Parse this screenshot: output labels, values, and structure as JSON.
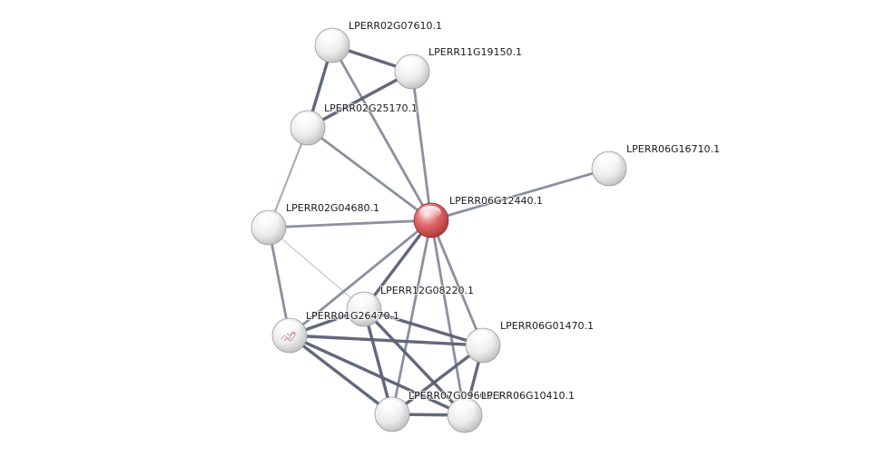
{
  "network": {
    "colors": {
      "query_node": "#e05a5a",
      "neighbor_node": "#e8e8e8",
      "edge_strong": "#5a6075",
      "edge_weak": "#c8c8cc"
    },
    "nodes": [
      {
        "id": "LPERR06G12440.1",
        "label": "LPERR06G12440.1",
        "query": true
      },
      {
        "id": "LPERR02G07610.1",
        "label": "LPERR02G07610.1"
      },
      {
        "id": "LPERR11G19150.1",
        "label": "LPERR11G19150.1"
      },
      {
        "id": "LPERR02G25170.1",
        "label": "LPERR02G25170.1"
      },
      {
        "id": "LPERR06G16710.1",
        "label": "LPERR06G16710.1"
      },
      {
        "id": "LPERR02G04680.1",
        "label": "LPERR02G04680.1"
      },
      {
        "id": "LPERR12G08220.1",
        "label": "LPERR12G08220.1"
      },
      {
        "id": "LPERR01G26470.1",
        "label": "LPERR01G26470.1",
        "has_structure_icon": true
      },
      {
        "id": "LPERR06G01470.1",
        "label": "LPERR06G01470.1"
      },
      {
        "id": "LPERR07G09600.1",
        "label": "LPERR07G09600.1"
      },
      {
        "id": "LPERR06G10410.1",
        "label": "LPERR06G10410.1"
      }
    ],
    "edges": [
      {
        "source": "LPERR02G07610.1",
        "target": "LPERR11G19150.1",
        "strength": "strong"
      },
      {
        "source": "LPERR02G07610.1",
        "target": "LPERR02G25170.1",
        "strength": "strong"
      },
      {
        "source": "LPERR02G07610.1",
        "target": "LPERR06G12440.1",
        "strength": "medium"
      },
      {
        "source": "LPERR11G19150.1",
        "target": "LPERR02G25170.1",
        "strength": "strong"
      },
      {
        "source": "LPERR11G19150.1",
        "target": "LPERR06G12440.1",
        "strength": "medium"
      },
      {
        "source": "LPERR02G25170.1",
        "target": "LPERR06G12440.1",
        "strength": "medium"
      },
      {
        "source": "LPERR02G25170.1",
        "target": "LPERR02G04680.1",
        "strength": "light"
      },
      {
        "source": "LPERR06G16710.1",
        "target": "LPERR06G12440.1",
        "strength": "medium"
      },
      {
        "source": "LPERR02G04680.1",
        "target": "LPERR06G12440.1",
        "strength": "medium"
      },
      {
        "source": "LPERR02G04680.1",
        "target": "LPERR01G26470.1",
        "strength": "medium"
      },
      {
        "source": "LPERR02G04680.1",
        "target": "LPERR12G08220.1",
        "strength": "weak"
      },
      {
        "source": "LPERR06G12440.1",
        "target": "LPERR12G08220.1",
        "strength": "strong"
      },
      {
        "source": "LPERR06G12440.1",
        "target": "LPERR01G26470.1",
        "strength": "medium"
      },
      {
        "source": "LPERR06G12440.1",
        "target": "LPERR06G01470.1",
        "strength": "medium"
      },
      {
        "source": "LPERR06G12440.1",
        "target": "LPERR07G09600.1",
        "strength": "medium"
      },
      {
        "source": "LPERR06G12440.1",
        "target": "LPERR06G10410.1",
        "strength": "medium"
      },
      {
        "source": "LPERR12G08220.1",
        "target": "LPERR01G26470.1",
        "strength": "strong"
      },
      {
        "source": "LPERR12G08220.1",
        "target": "LPERR06G01470.1",
        "strength": "strong"
      },
      {
        "source": "LPERR12G08220.1",
        "target": "LPERR07G09600.1",
        "strength": "strong"
      },
      {
        "source": "LPERR12G08220.1",
        "target": "LPERR06G10410.1",
        "strength": "strong"
      },
      {
        "source": "LPERR01G26470.1",
        "target": "LPERR06G01470.1",
        "strength": "strong"
      },
      {
        "source": "LPERR01G26470.1",
        "target": "LPERR07G09600.1",
        "strength": "strong"
      },
      {
        "source": "LPERR01G26470.1",
        "target": "LPERR06G10410.1",
        "strength": "strong"
      },
      {
        "source": "LPERR06G01470.1",
        "target": "LPERR07G09600.1",
        "strength": "strong"
      },
      {
        "source": "LPERR06G01470.1",
        "target": "LPERR06G10410.1",
        "strength": "strong"
      },
      {
        "source": "LPERR07G09600.1",
        "target": "LPERR06G10410.1",
        "strength": "strong"
      }
    ]
  }
}
